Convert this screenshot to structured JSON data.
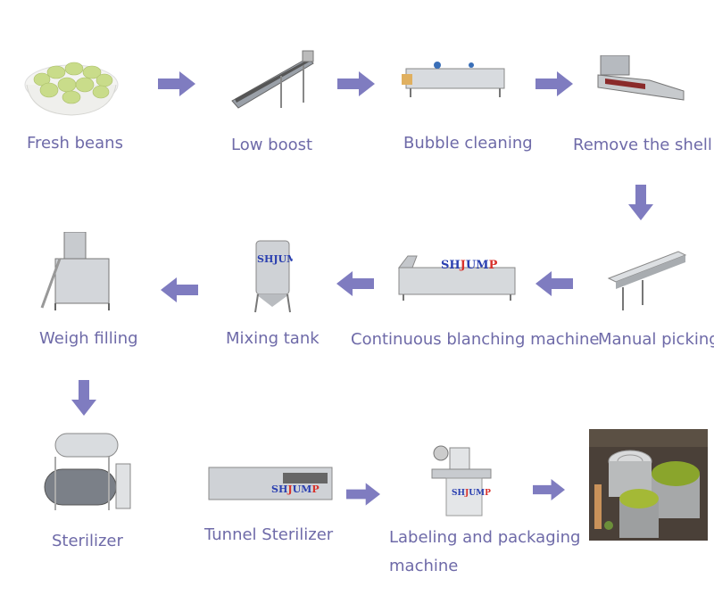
{
  "colors": {
    "label": "#6e6aa8",
    "arrow": "#7f7cc0",
    "brand_blue": "#2a3fb0",
    "brand_red": "#d8322c",
    "steel": "#c9ccd0"
  },
  "brand_text": {
    "a": "SH",
    "b": "J",
    "c": "UM",
    "d": "P"
  },
  "steps": [
    {
      "label": "Fresh beans",
      "icon": "beans-bowl-icon"
    },
    {
      "label": "Low boost",
      "icon": "incline-conveyor-icon"
    },
    {
      "label": "Bubble cleaning",
      "icon": "bubble-washer-icon"
    },
    {
      "label": "Remove the shell",
      "icon": "sheller-machine-icon"
    },
    {
      "label": "Manual picking",
      "icon": "picking-conveyor-icon"
    },
    {
      "label": "Continuous blanching machine",
      "icon": "blancher-icon"
    },
    {
      "label": "Mixing tank",
      "icon": "mixing-tank-icon"
    },
    {
      "label": "Weigh filling",
      "icon": "weigh-filler-icon"
    },
    {
      "label": "Sterilizer",
      "icon": "retort-sterilizer-icon"
    },
    {
      "label": "Tunnel Sterilizer",
      "icon": "tunnel-sterilizer-icon"
    },
    {
      "label": "Labeling and packaging",
      "label2": "machine",
      "icon": "labeling-machine-icon"
    },
    {
      "label": "",
      "icon": "canned-peas-photo"
    }
  ]
}
